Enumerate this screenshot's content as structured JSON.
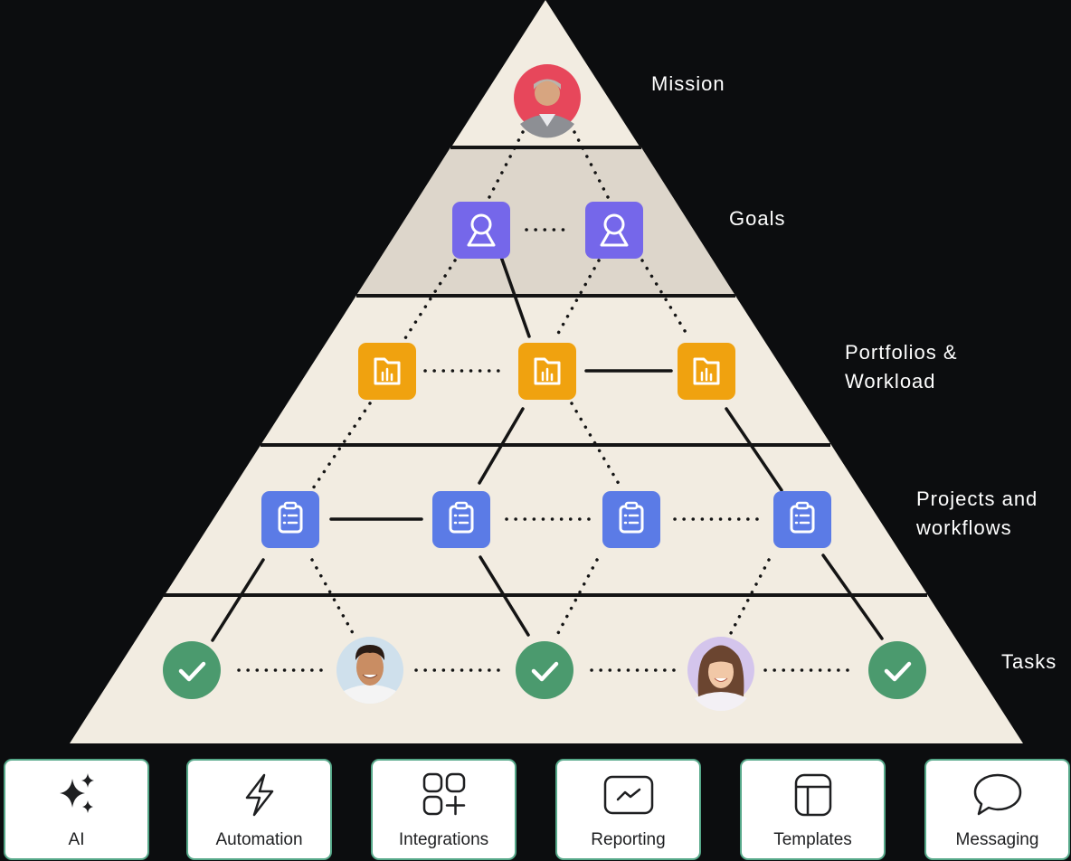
{
  "diagram": {
    "colors": {
      "background": "#0c0d0f",
      "pyramid_fill": "#f2ece1",
      "goals_band": "#ddd6cb",
      "goal_icon": "#7567ea",
      "portfolio_icon": "#f0a20f",
      "project_icon": "#5b7be6",
      "task_icon": "#4b9a6e",
      "card_border": "#56a889"
    },
    "tiers": [
      {
        "id": "mission",
        "label": "Mission"
      },
      {
        "id": "goals",
        "label": "Goals"
      },
      {
        "id": "portfolios",
        "label": "Portfolios &\nWorkload"
      },
      {
        "id": "projects",
        "label": "Projects and\nworkflows"
      },
      {
        "id": "tasks",
        "label": "Tasks"
      }
    ],
    "nodes": {
      "mission": [
        "avatar-mission"
      ],
      "goals": [
        "goal-icon",
        "goal-icon"
      ],
      "portfolios": [
        "portfolio-icon",
        "portfolio-icon",
        "portfolio-icon"
      ],
      "projects": [
        "clipboard-icon",
        "clipboard-icon",
        "clipboard-icon",
        "clipboard-icon"
      ],
      "tasks": [
        "check-icon",
        "avatar-user",
        "check-icon",
        "avatar-user",
        "check-icon"
      ]
    },
    "connectors": {
      "solid": [
        "goal 1 - portfolio 2",
        "portfolio 2 - portfolio 3",
        "portfolio 2 - project 2",
        "portfolio 3 - project 4",
        "project 1 - project 2",
        "project 1 - task 1",
        "project 2 - task 3",
        "project 4 - task 5"
      ],
      "dotted": [
        "mission - goal 1",
        "mission - goal 2",
        "goal 1 - goal 2",
        "goal 1 - portfolio 1",
        "goal 2 - portfolio 2",
        "goal 2 - portfolio 3",
        "portfolio 1 - portfolio 2",
        "portfolio 1 - project 1",
        "portfolio 2 - project 3",
        "project 2 - project 3",
        "project 3 - project 4",
        "project 1 - task 2",
        "project 3 - task 3",
        "project 4 - task 4",
        "task 1 - task 2",
        "task 2 - task 3",
        "task 3 - task 4",
        "task 4 - task 5"
      ]
    }
  },
  "features": [
    {
      "label": "AI",
      "icon": "sparkles-icon"
    },
    {
      "label": "Automation",
      "icon": "lightning-icon"
    },
    {
      "label": "Integrations",
      "icon": "integrations-icon"
    },
    {
      "label": "Reporting",
      "icon": "chart-icon"
    },
    {
      "label": "Templates",
      "icon": "template-icon"
    },
    {
      "label": "Messaging",
      "icon": "speech-bubble-icon"
    }
  ]
}
